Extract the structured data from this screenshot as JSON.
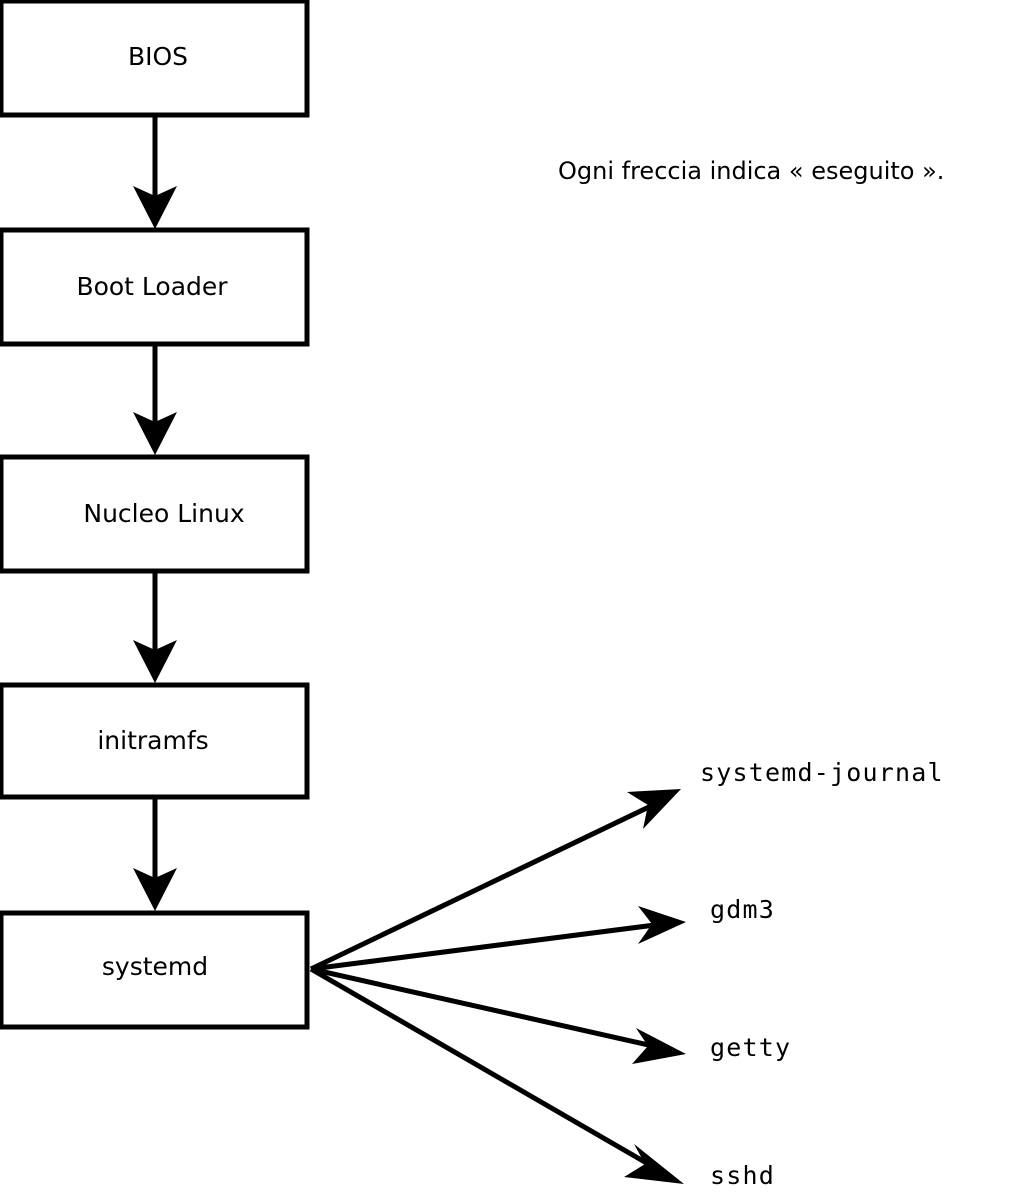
{
  "diagram": {
    "title_caption": "Ogni freccia indica « eseguito ».",
    "boot_chain": [
      {
        "id": "bios",
        "label": "BIOS"
      },
      {
        "id": "bootloader",
        "label": "Boot Loader"
      },
      {
        "id": "kernel",
        "label": "Nucleo Linux"
      },
      {
        "id": "initramfs",
        "label": "initramfs"
      },
      {
        "id": "systemd",
        "label": "systemd"
      }
    ],
    "services": [
      {
        "id": "systemd-journal",
        "label": "systemd-journal"
      },
      {
        "id": "gdm3",
        "label": "gdm3"
      },
      {
        "id": "getty",
        "label": "getty"
      },
      {
        "id": "sshd",
        "label": "sshd"
      }
    ],
    "colors": {
      "background": "#ffffff",
      "stroke": "#000000",
      "box_fill": "#ffffff",
      "text": "#000000"
    }
  }
}
